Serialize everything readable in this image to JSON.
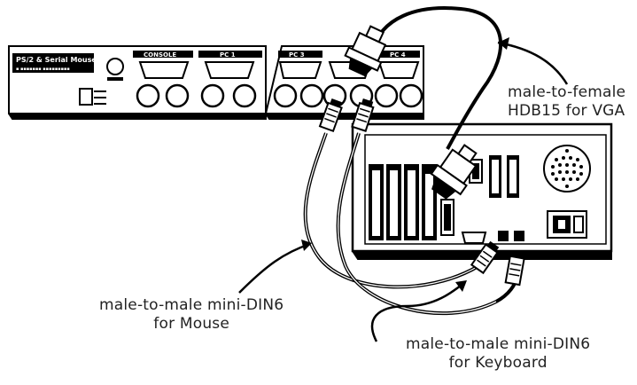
{
  "diagram": {
    "labels": {
      "vga": {
        "line1": "male-to-female",
        "line2": "HDB15 for VGA"
      },
      "mouse": {
        "line1": "male-to-male mini-DIN6",
        "line2": "for Mouse"
      },
      "keyboard": {
        "line1": "male-to-male mini-DIN6",
        "line2": "for Keyboard"
      }
    },
    "switch_panel": {
      "title": "PS/2 & Serial Mouse",
      "console_label": "CONSOLE",
      "port_1": "PC 1",
      "port_3": "PC 3",
      "port_4": "PC 4"
    }
  }
}
